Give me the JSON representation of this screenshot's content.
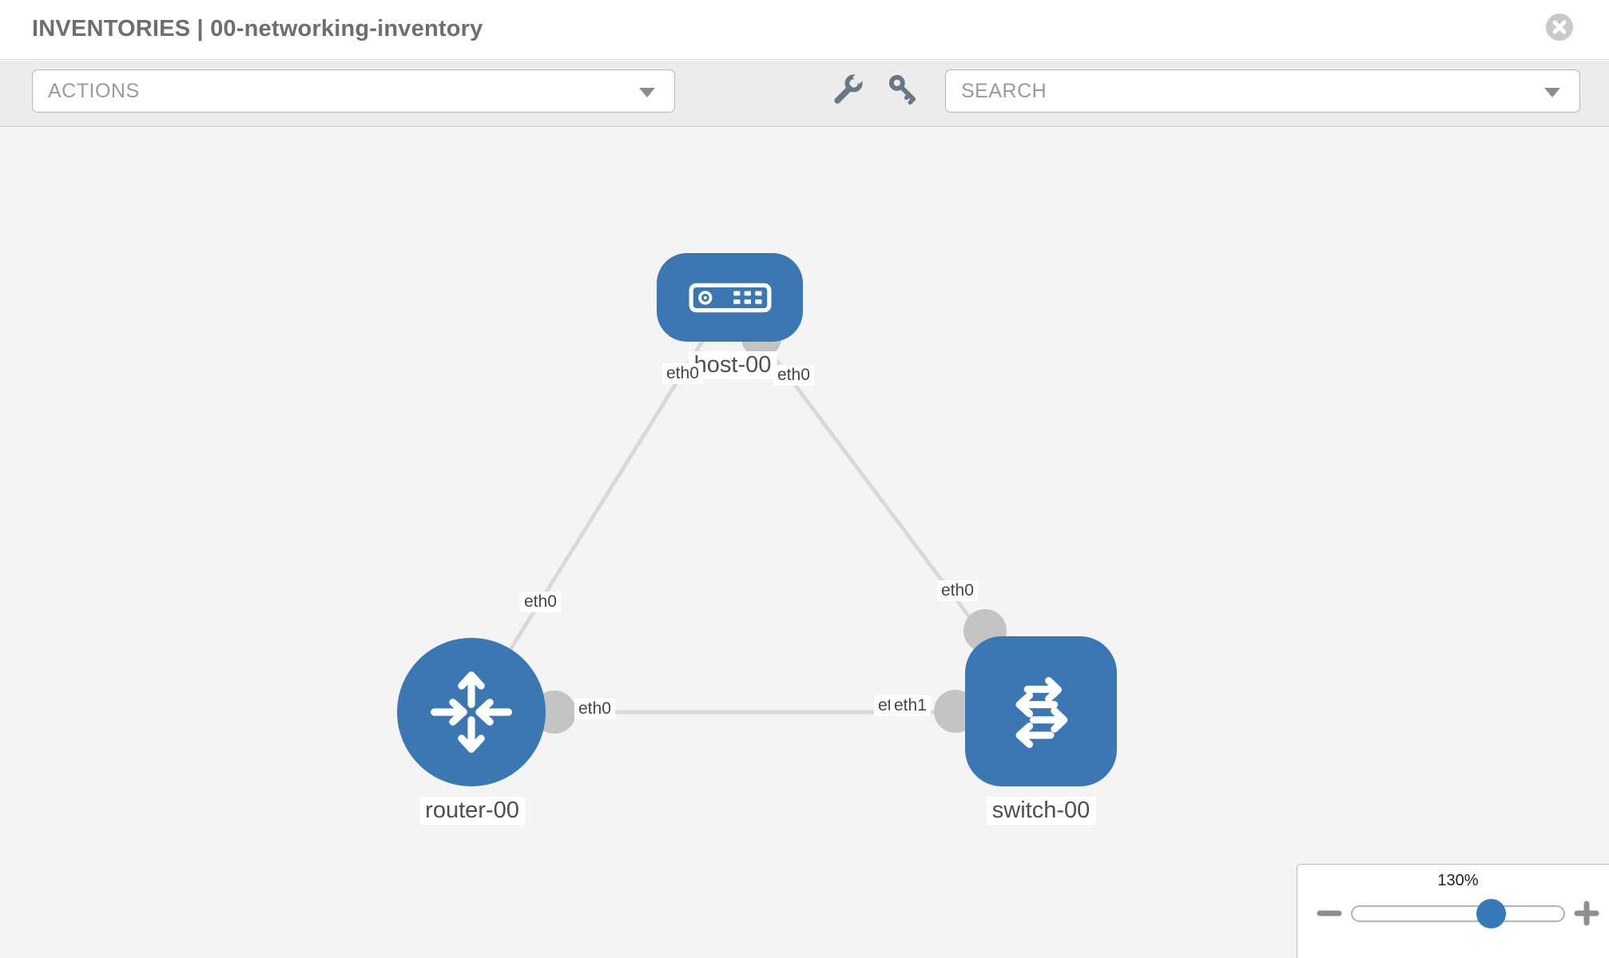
{
  "header": {
    "title": "INVENTORIES | 00-networking-inventory",
    "close_icon": "x-circle-icon"
  },
  "toolbar": {
    "actions_label": "ACTIONS",
    "search_placeholder": "SEARCH",
    "icon_buttons": [
      "wrench-icon",
      "key-icon"
    ],
    "caret_icon": "chevron-down-icon"
  },
  "topology": {
    "labels": {
      "host": "host-00",
      "router": "router-00",
      "switch": "switch-00",
      "host_left_if": "eth0",
      "host_right_if": "eth0",
      "router_top_if": "eth0",
      "router_right_if": "eth0",
      "switch_top_if": "eth0",
      "switch_left_if_hidden": "eth0",
      "switch_left_if": "eth1"
    },
    "nodes": [
      {
        "id": "host-00",
        "type": "host",
        "icon": "host-icon"
      },
      {
        "id": "router-00",
        "type": "router",
        "icon": "router-icon"
      },
      {
        "id": "switch-00",
        "type": "switch",
        "icon": "switch-icon"
      }
    ],
    "links": [
      {
        "from": "host-00",
        "to": "router-00",
        "from_interface": "eth0",
        "to_interface": "eth0"
      },
      {
        "from": "host-00",
        "to": "switch-00",
        "from_interface": "eth0",
        "to_interface": "eth0"
      },
      {
        "from": "router-00",
        "to": "switch-00",
        "from_interface": "eth0",
        "to_interface": "eth1"
      }
    ]
  },
  "zoom_control": {
    "level": "130%",
    "zoom_out_icon": "minus-icon",
    "zoom_in_icon": "plus-icon",
    "thumb_position_pct": 65
  },
  "colors": {
    "node_blue": "#3b77b3",
    "thumb_blue": "#3579b8",
    "link_gray": "#d9d9d9",
    "stub_gray": "#c4c4c4",
    "canvas_bg": "#f4f4f4",
    "toolbar_bg": "#ececec",
    "title_gray": "#6e6e6e"
  }
}
